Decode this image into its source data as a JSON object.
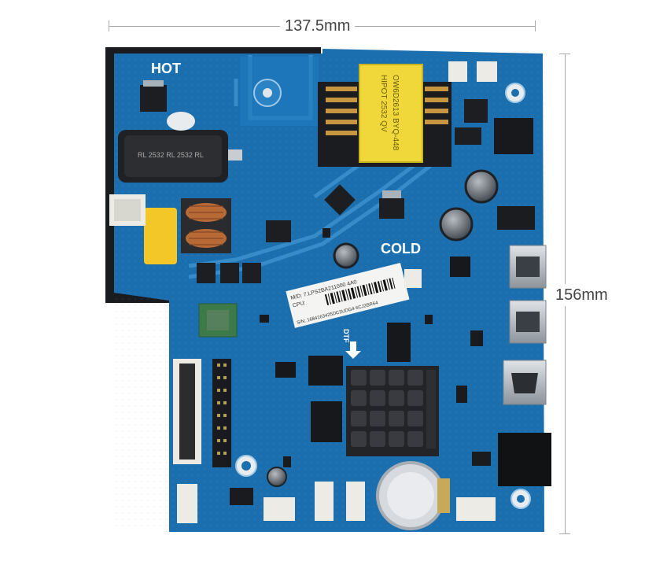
{
  "dimensions": {
    "width_label": "137.5mm",
    "height_label": "156mm"
  },
  "board": {
    "hot_label": "HOT",
    "cold_label": "COLD",
    "dtf_label": "DTF",
    "transformer_line1": "OW6D2613 BYQ-448",
    "transformer_line2": "HIPOT 2532 QV",
    "sticker_line1": "M/D: 7.LPS2BA211000 4A0",
    "sticker_line2": "CPU:",
    "sticker_line3": "S/N: 1684163425DC3UDG4 6CJ2BR64",
    "colors": {
      "pcb": "#1b6fae",
      "pcb_dark": "#10548a",
      "trace": "#3d93cf",
      "silk": "#e8f1f8",
      "heatsink": "#232428",
      "transformer": "#f0d83a"
    }
  }
}
